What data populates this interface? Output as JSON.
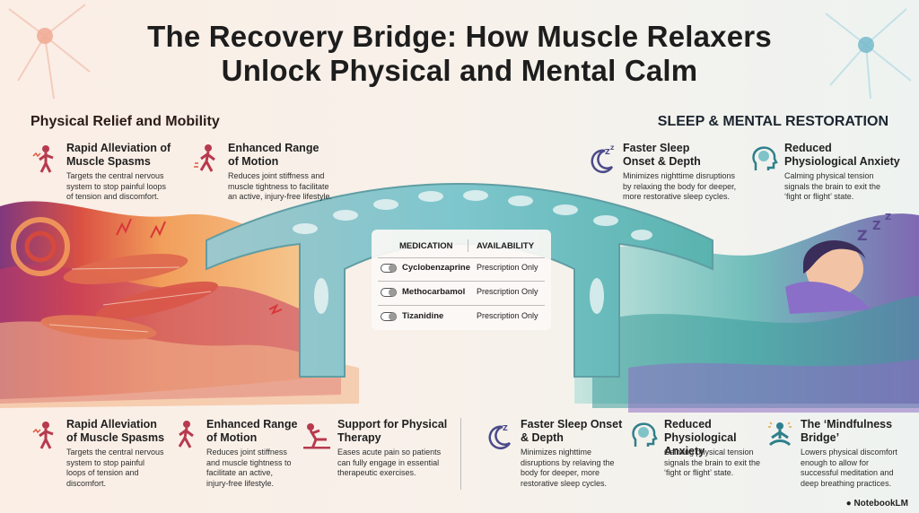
{
  "title": {
    "line1": "The Recovery Bridge: How Muscle Relaxers",
    "line2": "Unlock Physical and Mental Calm"
  },
  "sections": {
    "left": "Physical Relief and Mobility",
    "right": "SLEEP & MENTAL RESTORATION"
  },
  "top_cards": {
    "spasms": {
      "title1": "Rapid Alleviation of",
      "title2": "Muscle Spasms",
      "d1": "Targets the central nervous",
      "d2": "system to stop painful loops",
      "d3": "of tension and discomfort.",
      "icon": "muscle-pain-icon"
    },
    "range": {
      "title1": "Enhanced Range",
      "title2": "of Motion",
      "d1": "Reduces joint stiffness and",
      "d2": "muscle tightness to facilitate",
      "d3": "an active, injury-free lifestyle.",
      "icon": "walking-person-icon"
    },
    "sleep": {
      "title1": "Faster Sleep",
      "title2": "Onset & Depth",
      "d1": "Minimizes nighttime disruptions",
      "d2": "by relaxing the body for deeper,",
      "d3": "more restorative sleep cycles.",
      "icon": "moon-sleep-icon"
    },
    "anxiety": {
      "title1": "Reduced",
      "title2": "Physiological Anxiety",
      "d1": "Calming physical tension",
      "d2": "signals the brain to exit the",
      "d3": "‘fight or flight’ state.",
      "icon": "brain-head-icon"
    }
  },
  "table": {
    "header_medication": "MEDICATION",
    "header_availability": "AVAILABILITY",
    "rows": [
      {
        "name": "Cyclobenzaprine",
        "availability": "Prescription Only"
      },
      {
        "name": "Methocarbamol",
        "availability": "Prescription Only"
      },
      {
        "name": "Tizanidine",
        "availability": "Prescription Only"
      }
    ]
  },
  "bottom_cards": {
    "spasms": {
      "title1": "Rapid Alleviation",
      "title2": "of Muscle Spasms",
      "d1": "Targets the central nervous",
      "d2": "system to stop painful",
      "d3": "loops of tension and",
      "d4": "discomfort.",
      "icon": "muscle-pain-icon"
    },
    "range": {
      "title1": "Enhanced Range",
      "title2": "of Motion",
      "d1": "Reduces joint stiffness",
      "d2": "and muscle tightness to",
      "d3": "facilitate an active,",
      "d4": "injury-free lifestyle.",
      "icon": "walking-person-icon"
    },
    "therapy": {
      "title1": "Support for Physical",
      "title2": "Therapy",
      "d1": "Eases acute pain so patients",
      "d2": "can fully engage in essential",
      "d3": "therapeutic exercises.",
      "icon": "exercise-icon"
    },
    "sleep": {
      "title1": "Faster Sleep Onset",
      "title2": "& Depth",
      "d1": "Minimizes nighttime",
      "d2": "disruptions by relaving the",
      "d3": "body for deeper, more",
      "d4": "restorative sleep cycles.",
      "icon": "moon-sleep-icon"
    },
    "anxiety": {
      "title1": "Reduced",
      "title2": "Physiological Anxiety",
      "d1": "Calming physical tension",
      "d2": "signals the brain to exit the",
      "d3": "‘fight or flight’ state.",
      "icon": "brain-head-icon"
    },
    "mindful": {
      "title1": "The ‘Mindfulness",
      "title2": "Bridge’",
      "d1": "Lowers physical discomfort",
      "d2": "enough to allow for",
      "d3": "successful meditation and",
      "d4": "deep breathing practices.",
      "icon": "meditation-icon"
    }
  },
  "brand": "NotebookLM",
  "colors": {
    "warm": "#e2553a",
    "cool": "#3aa6a6",
    "bridge": "#7cc4c9",
    "purple": "#6b4fa0"
  }
}
